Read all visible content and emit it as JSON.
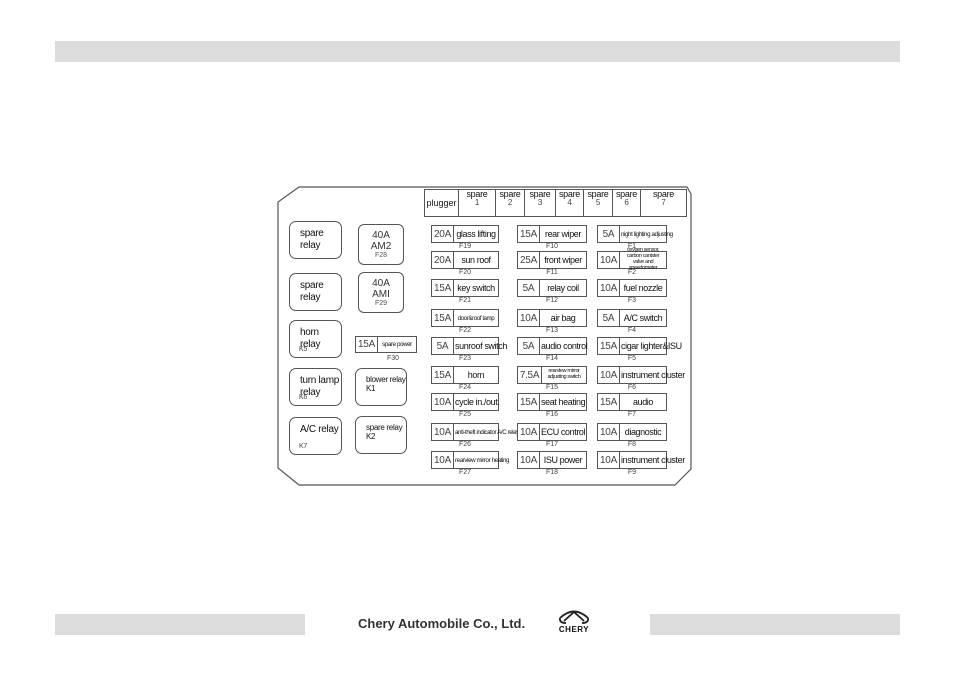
{
  "footer": {
    "company": "Chery Automobile Co., Ltd.",
    "brand": "CHERY"
  },
  "diagram": {
    "top_strip": {
      "plugger": "plugger",
      "spares": [
        {
          "label": "spare",
          "num": "1"
        },
        {
          "label": "spare",
          "num": "2"
        },
        {
          "label": "spare",
          "num": "3"
        },
        {
          "label": "spare",
          "num": "4"
        },
        {
          "label": "spare",
          "num": "5"
        },
        {
          "label": "spare",
          "num": "6"
        },
        {
          "label": "spare",
          "num": "7"
        }
      ]
    },
    "relays": [
      {
        "label": "spare relay",
        "id": ""
      },
      {
        "label": "spare relay",
        "id": ""
      },
      {
        "label": "horn relay",
        "id": "K5"
      },
      {
        "label": "turn lamp relay",
        "id": "K6"
      },
      {
        "label": "A/C relay",
        "id": "K7"
      },
      {
        "label": "blower relay",
        "id": "K1"
      },
      {
        "label": "spare relay",
        "id": "K2"
      }
    ],
    "big_fuses": [
      {
        "amp": "40A",
        "name": "AM2",
        "id": "F28"
      },
      {
        "amp": "40A",
        "name": "AMI",
        "id": "F29"
      }
    ],
    "spare_power": {
      "amp": "15A",
      "name": "spare power",
      "id": "F30"
    },
    "fuses_left": [
      {
        "amp": "20A",
        "name": "glass lifting",
        "id": "F19"
      },
      {
        "amp": "20A",
        "name": "sun roof",
        "id": "F20"
      },
      {
        "amp": "15A",
        "name": "key switch",
        "id": "F21"
      },
      {
        "amp": "15A",
        "name": "door&roof lamp",
        "id": "F22"
      },
      {
        "amp": "5A",
        "name": "sunroof switch",
        "id": "F23"
      },
      {
        "amp": "15A",
        "name": "horn",
        "id": "F24"
      },
      {
        "amp": "10A",
        "name": "cycle in./out.",
        "id": "F25"
      },
      {
        "amp": "10A",
        "name": "anti-theft indicator A/C relay",
        "id": "F26"
      },
      {
        "amp": "10A",
        "name": "rearview mirror heating",
        "id": "F27"
      }
    ],
    "fuses_middle": [
      {
        "amp": "15A",
        "name": "rear wiper",
        "id": "F10"
      },
      {
        "amp": "25A",
        "name": "front wiper",
        "id": "F11"
      },
      {
        "amp": "5A",
        "name": "relay coil",
        "id": "F12"
      },
      {
        "amp": "10A",
        "name": "air bag",
        "id": "F13"
      },
      {
        "amp": "5A",
        "name": "audio control",
        "id": "F14"
      },
      {
        "amp": "7.5A",
        "name": "rearview mirror adjusting switch",
        "id": "F15"
      },
      {
        "amp": "15A",
        "name": "seat heating",
        "id": "F16"
      },
      {
        "amp": "10A",
        "name": "ECU control",
        "id": "F17"
      },
      {
        "amp": "10A",
        "name": "ISU power",
        "id": "F18"
      }
    ],
    "fuses_right": [
      {
        "amp": "5A",
        "name": "night lighting adjusting",
        "id": "F1"
      },
      {
        "amp": "10A",
        "name": "oxygen sensor, carbon canister valve and speedometer",
        "id": "F2"
      },
      {
        "amp": "10A",
        "name": "fuel nozzle",
        "id": "F3"
      },
      {
        "amp": "5A",
        "name": "A/C switch",
        "id": "F4"
      },
      {
        "amp": "15A",
        "name": "cigar lighter&ISU",
        "id": "F5"
      },
      {
        "amp": "10A",
        "name": "instrument cluster",
        "id": "F6"
      },
      {
        "amp": "15A",
        "name": "audio",
        "id": "F7"
      },
      {
        "amp": "10A",
        "name": "diagnostic",
        "id": "F8"
      },
      {
        "amp": "10A",
        "name": "instrument cluster",
        "id": "F9"
      }
    ]
  }
}
